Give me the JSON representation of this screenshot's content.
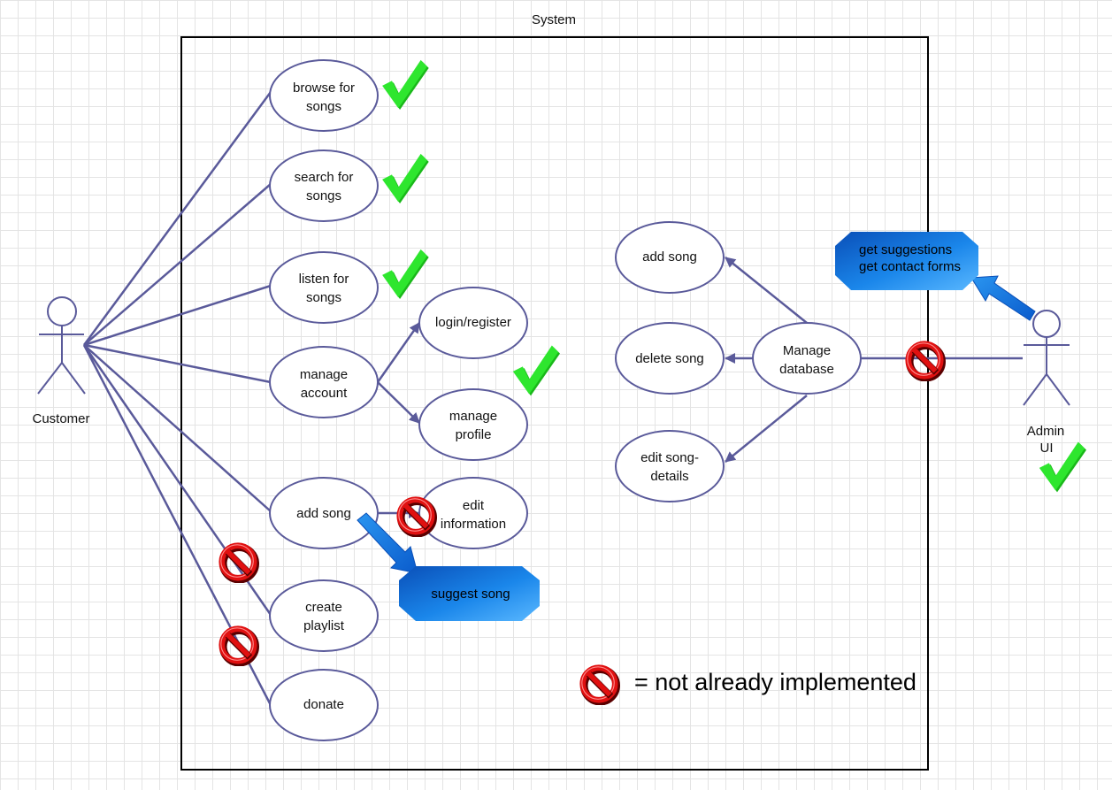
{
  "system_title": "System",
  "actors": {
    "customer": "Customer",
    "admin_line1": "Admin",
    "admin_line2": "UI"
  },
  "use_cases": {
    "browse_line1": "browse for",
    "browse_line2": "songs",
    "search_line1": "search for",
    "search_line2": "songs",
    "listen_line1": "listen for",
    "listen_line2": "songs",
    "manage_account_line1": "manage",
    "manage_account_line2": "account",
    "login_register": "login/register",
    "manage_profile_line1": "manage",
    "manage_profile_line2": "profile",
    "add_song_customer": "add song",
    "edit_info_line1": "edit",
    "edit_info_line2": "information",
    "create_playlist_line1": "create",
    "create_playlist_line2": "playlist",
    "donate": "donate",
    "add_song_admin": "add song",
    "delete_song": "delete song",
    "edit_song_details_line1": "edit song-",
    "edit_song_details_line2": "details",
    "manage_database_line1": "Manage",
    "manage_database_line2": "database"
  },
  "callouts": {
    "suggest_song": "suggest song",
    "admin_line1": "get suggestions",
    "admin_line2": "get contact forms"
  },
  "legend": {
    "text": "= not already implemented"
  },
  "colors": {
    "line": "#5a5a9a",
    "check": "#2ee62e",
    "no_sign": "#e01010",
    "callout": "#1a7fe0"
  }
}
